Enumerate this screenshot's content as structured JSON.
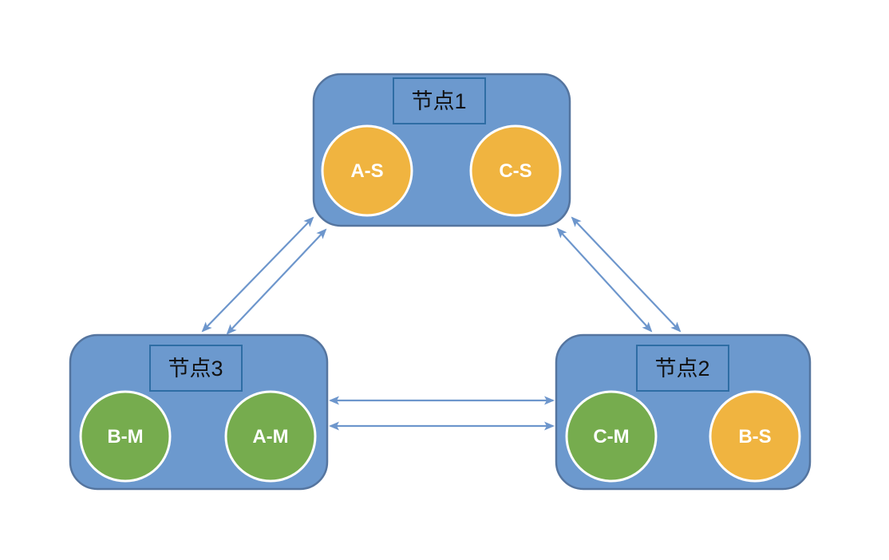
{
  "page": {
    "background": "#ffffff"
  },
  "colors": {
    "page_background": "#ffffff",
    "node_fill": "#6C99CE",
    "node_border": "#55759F",
    "label_box_border": "#2E6DA4",
    "label_text": "#111111",
    "circle_border": "#ffffff",
    "circle_text": "#ffffff",
    "arrow": "#6D96CC",
    "master_green": "#76AC4E",
    "slave_orange": "#F0B440"
  },
  "diagram": {
    "nodes": [
      {
        "id": "node1",
        "label": "节点1",
        "circles": [
          {
            "label": "A-S",
            "color": "#F0B440"
          },
          {
            "label": "C-S",
            "color": "#F0B440"
          }
        ]
      },
      {
        "id": "node3",
        "label": "节点3",
        "circles": [
          {
            "label": "B-M",
            "color": "#76AC4E"
          },
          {
            "label": "A-M",
            "color": "#76AC4E"
          }
        ]
      },
      {
        "id": "node2",
        "label": "节点2",
        "circles": [
          {
            "label": "C-M",
            "color": "#76AC4E"
          },
          {
            "label": "B-S",
            "color": "#F0B440"
          }
        ]
      }
    ],
    "connections": [
      {
        "between": [
          "节点3",
          "节点1"
        ],
        "lines": 2,
        "direction": "bidirectional"
      },
      {
        "between": [
          "节点1",
          "节点2"
        ],
        "lines": 2,
        "direction": "bidirectional"
      },
      {
        "between": [
          "节点3",
          "节点2"
        ],
        "lines": 2,
        "direction": "bidirectional"
      }
    ]
  }
}
